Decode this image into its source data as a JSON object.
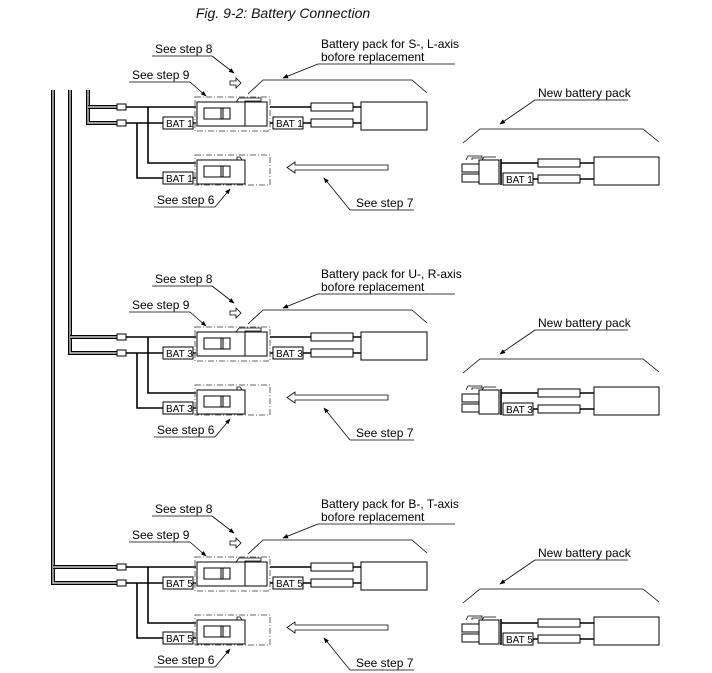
{
  "figure": {
    "title": "Fig. 9-2: Battery Connection",
    "groups": [
      {
        "id": "s-l",
        "see_step_8": "See step 8",
        "see_step_9": "See step 9",
        "see_step_6": "See step 6",
        "see_step_7": "See step 7",
        "pack_label_line1": "Battery pack for S-, L-axis",
        "pack_label_line2": "bofore replacement",
        "tag": "BAT 1",
        "new_pack_label": "New battery pack"
      },
      {
        "id": "u-r",
        "see_step_8": "See step 8",
        "see_step_9": "See step 9",
        "see_step_6": "See step 6",
        "see_step_7": "See step 7",
        "pack_label_line1": "Battery pack for U-, R-axis",
        "pack_label_line2": "bofore replacement",
        "tag": "BAT 3",
        "new_pack_label": "New battery pack"
      },
      {
        "id": "b-t",
        "see_step_8": "See step 8",
        "see_step_9": "See step 9",
        "see_step_6": "See step 6",
        "see_step_7": "See step 7",
        "pack_label_line1": "Battery pack for B-, T-axis",
        "pack_label_line2": "bofore replacement",
        "tag": "BAT 5",
        "new_pack_label": "New battery pack"
      }
    ]
  }
}
